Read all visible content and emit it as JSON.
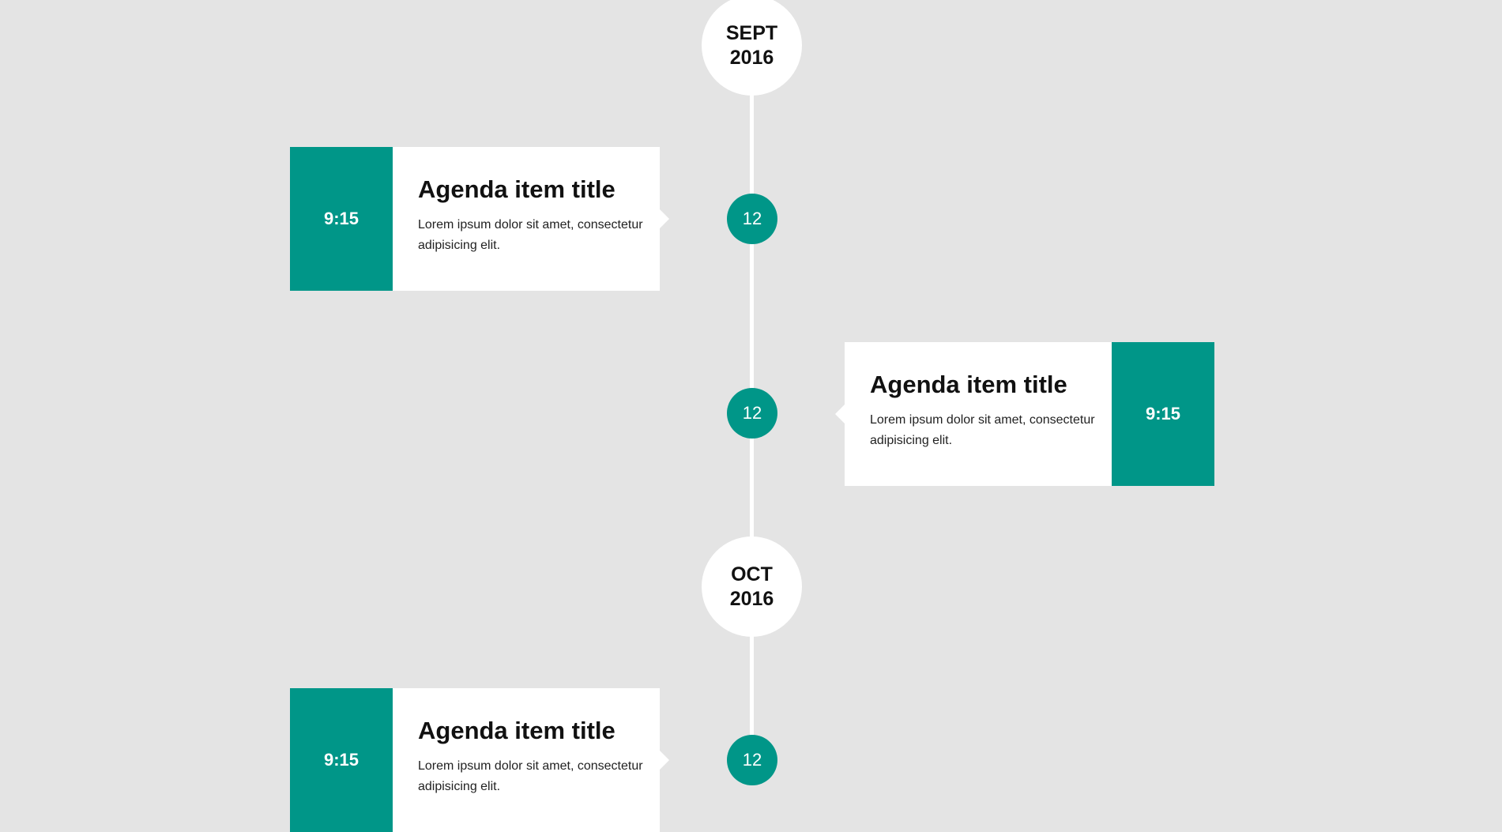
{
  "timeline": {
    "months": [
      {
        "month": "SEPT",
        "year": "2016"
      },
      {
        "month": "OCT",
        "year": "2016"
      }
    ],
    "items": [
      {
        "day": "12",
        "time": "9:15",
        "title": "Agenda item title",
        "text": "Lorem ipsum dolor sit amet, consectetur adipisicing elit."
      },
      {
        "day": "12",
        "time": "9:15",
        "title": "Agenda item title",
        "text": "Lorem ipsum dolor sit amet, consectetur adipisicing elit."
      },
      {
        "day": "12",
        "time": "9:15",
        "title": "Agenda item title",
        "text": "Lorem ipsum dolor sit amet, consectetur adipisicing elit."
      }
    ]
  },
  "colors": {
    "background": "#e4e4e4",
    "accent": "#009688",
    "card": "#ffffff"
  }
}
